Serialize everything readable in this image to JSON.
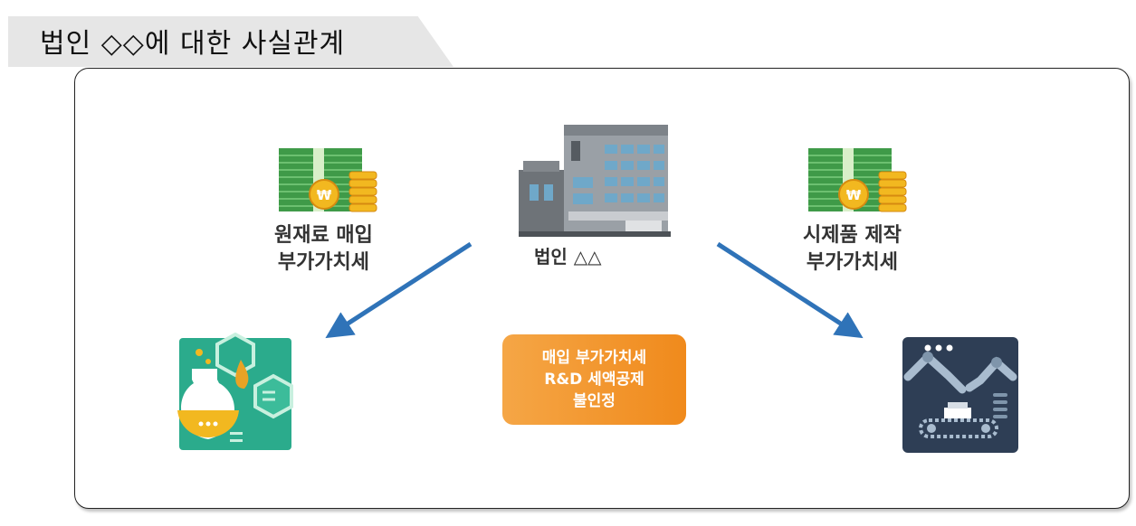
{
  "header": {
    "title": "법인 ◇◇에 대한 사실관계"
  },
  "diagram": {
    "company": {
      "label": "법인 △△",
      "icon": "building-icon"
    },
    "left": {
      "line1": "원재료 매입",
      "line2": "부가가치세",
      "money_icon": "money-icon",
      "target_icon": "chemistry-icon"
    },
    "right": {
      "line1": "시제품 제작",
      "line2": "부가가치세",
      "money_icon": "money-icon",
      "target_icon": "factory-robot-icon"
    },
    "note": {
      "line1": "매입 부가가치세",
      "line2": "R&D 세액공제",
      "line3": "불인정"
    },
    "colors": {
      "arrow": "#2f73b8",
      "note_box": "#f39a2c",
      "money_green": "#3f9a48",
      "coin_gold": "#f2b820",
      "chem_bg": "#2bab8c",
      "robot_bg": "#2e3e55"
    }
  }
}
